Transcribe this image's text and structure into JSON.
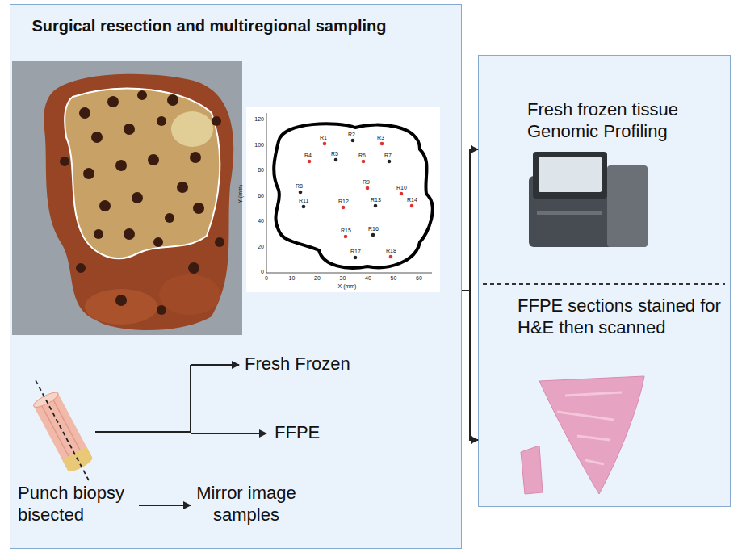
{
  "diagram": {
    "nodes": [
      {
        "text": [
          "Surgical resection and multiregional sampling"
        ]
      },
      {
        "text": [
          "Fresh frozen tissue Genomic Profiling",
          "FFPE sections stained for H&E then scanned"
        ]
      }
    ],
    "edges": [
      {
        "from": 0,
        "to": 1,
        "arrow": "to"
      }
    ],
    "labels": [
      "Fresh Frozen",
      "FFPE",
      "Punch biopsy bisected",
      "Mirror image samples",
      "R1",
      "R2",
      "R3",
      "R4",
      "R5",
      "R6",
      "R7",
      "R8",
      "R9",
      "R10",
      "R11",
      "R12",
      "R13",
      "R14",
      "R15",
      "R16",
      "R17",
      "R18",
      "0",
      "10",
      "20",
      "30",
      "40",
      "50",
      "60",
      "0",
      "20",
      "40",
      "60",
      "80",
      "100",
      "120",
      "X (mm)",
      "Y (mm)"
    ]
  }
}
